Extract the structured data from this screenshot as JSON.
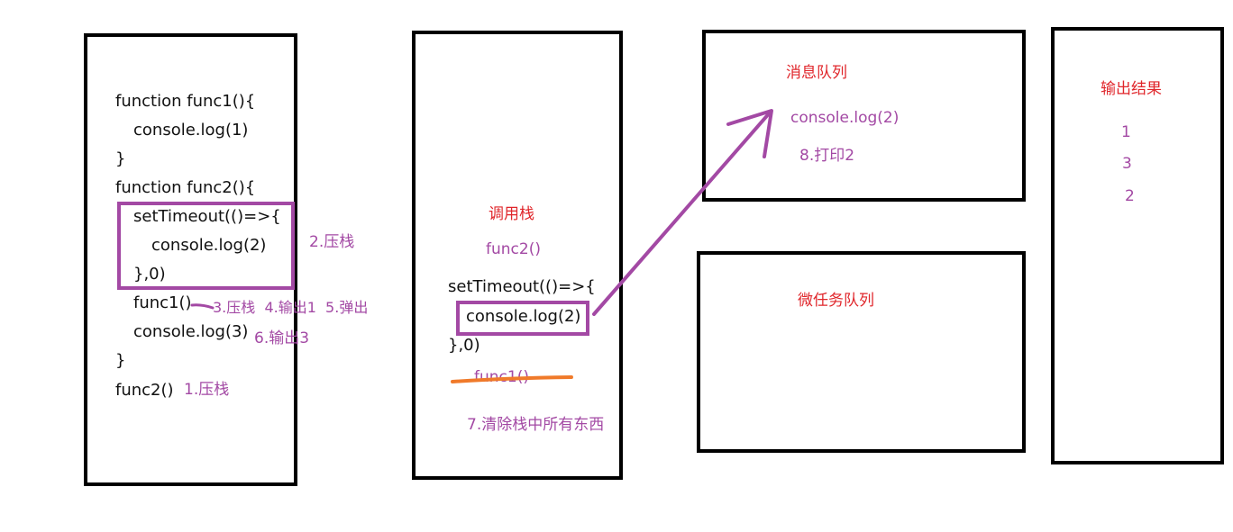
{
  "code_box": {
    "lines": [
      "function func1(){",
      "console.log(1)",
      "}",
      "function func2(){",
      "setTimeout(()=>{",
      "console.log(2)",
      "},0)",
      "func1()",
      "console.log(3)",
      "}",
      "func2()"
    ],
    "annotations": {
      "push_settimeout": "2.压栈",
      "func1_steps": "3.压栈  4.输出1  5.弹出",
      "output3": "6.输出3",
      "push_func2": "1.压栈"
    }
  },
  "call_stack": {
    "title": "调用栈",
    "frame_func2": "func2()",
    "settimeout_open": "setTimeout(()=>{",
    "settimeout_body": "console.log(2)",
    "settimeout_close": "},0)",
    "frame_func1_struck": "func1()",
    "clear_note": "7.清除栈中所有东西"
  },
  "message_queue": {
    "title": "消息队列",
    "item": "console.log(2)",
    "note": "8.打印2"
  },
  "microtask_queue": {
    "title": "微任务队列"
  },
  "output_box": {
    "title": "输出结果",
    "values": [
      "1",
      "3",
      "2"
    ]
  },
  "colors": {
    "border": "#000000",
    "annotation": "#a349a4",
    "heading": "#e0262b",
    "strike": "#f07a2a"
  }
}
